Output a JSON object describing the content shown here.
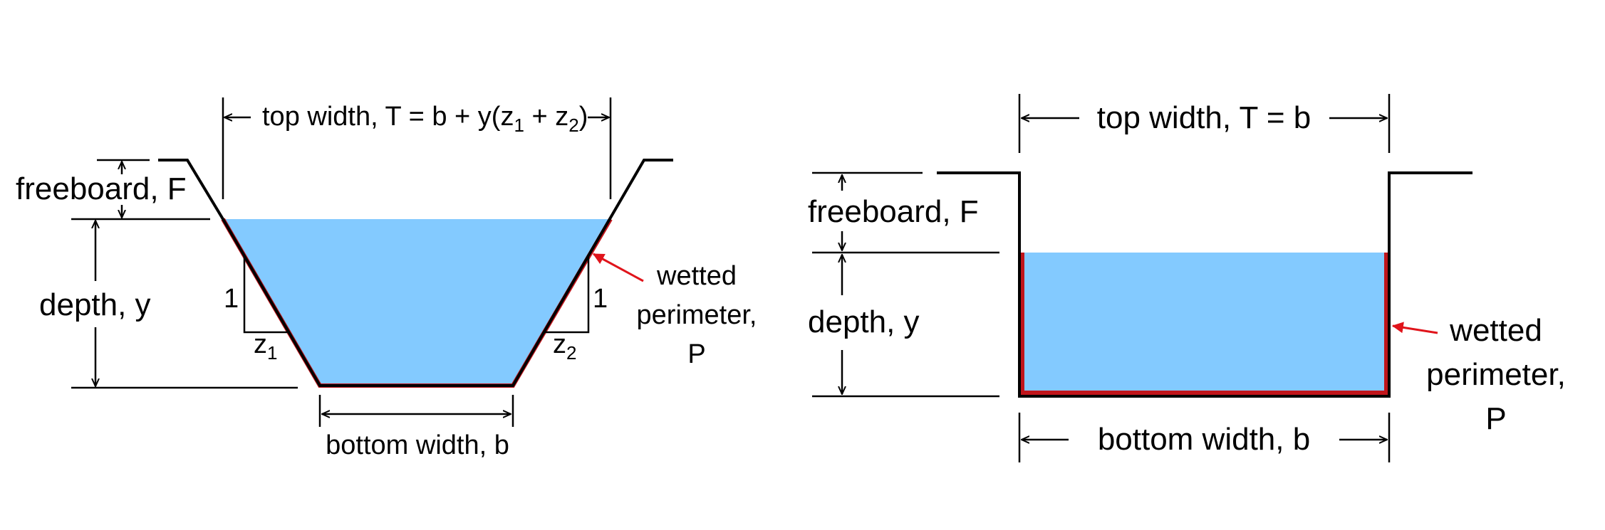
{
  "colors": {
    "water": "#83caff",
    "perimeter": "#c0151b",
    "arrow_red": "#e0141b",
    "line": "#000000"
  },
  "trapezoid": {
    "top_width_label": "top width, T = b + y(z",
    "top_width_sub1": "1",
    "top_width_plus": " + z",
    "top_width_sub2": "2",
    "top_width_close": ")",
    "freeboard_label": "freeboard, F",
    "depth_label": "depth, y",
    "slope_left_rise": "1",
    "slope_left_run": "z",
    "slope_left_run_sub": "1",
    "slope_right_rise": "1",
    "slope_right_run": "z",
    "slope_right_run_sub": "2",
    "wetted_line1": "wetted",
    "wetted_line2": "perimeter,",
    "wetted_line3": "P",
    "bottom_width_label": "bottom width, b"
  },
  "rectangle": {
    "top_width_label": "top width, T = b",
    "freeboard_label": "freeboard, F",
    "depth_label": "depth, y",
    "wetted_line1": "wetted",
    "wetted_line2": "perimeter,",
    "wetted_line3": "P",
    "bottom_width_label": "bottom width, b"
  }
}
